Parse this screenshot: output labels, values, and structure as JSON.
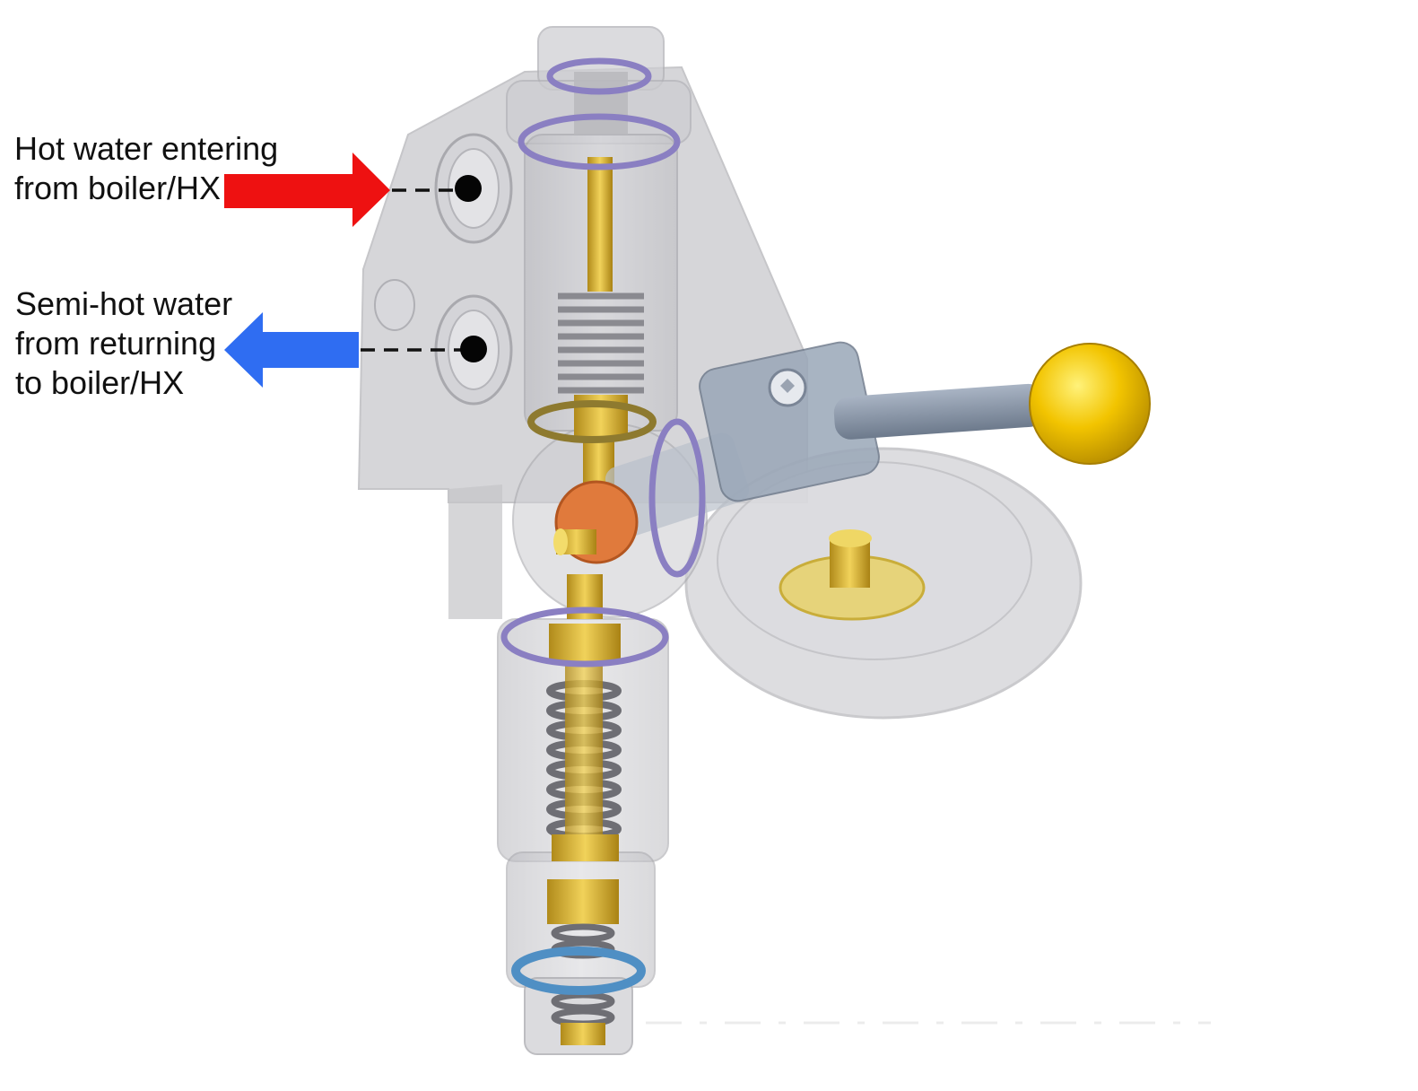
{
  "labels": {
    "hot_line1": "Hot water entering",
    "hot_line2": "from boiler/HX",
    "semi_line1": "Semi-hot water",
    "semi_line2": "from returning",
    "semi_line3": "to boiler/HX"
  },
  "colors": {
    "hot_arrow": "#ee1111",
    "return_arrow": "#2f6df2",
    "brass": "#e7c13a",
    "knob": "#f2c400",
    "cam": "#e07a3c",
    "oring_purple": "#8a7fc2",
    "oring_blue": "#4f8fc4",
    "body_gray": "#c8c8cc"
  },
  "icons": {
    "hot": "arrow-right-icon",
    "return": "arrow-left-icon",
    "port_marker": "dot-marker-icon"
  }
}
